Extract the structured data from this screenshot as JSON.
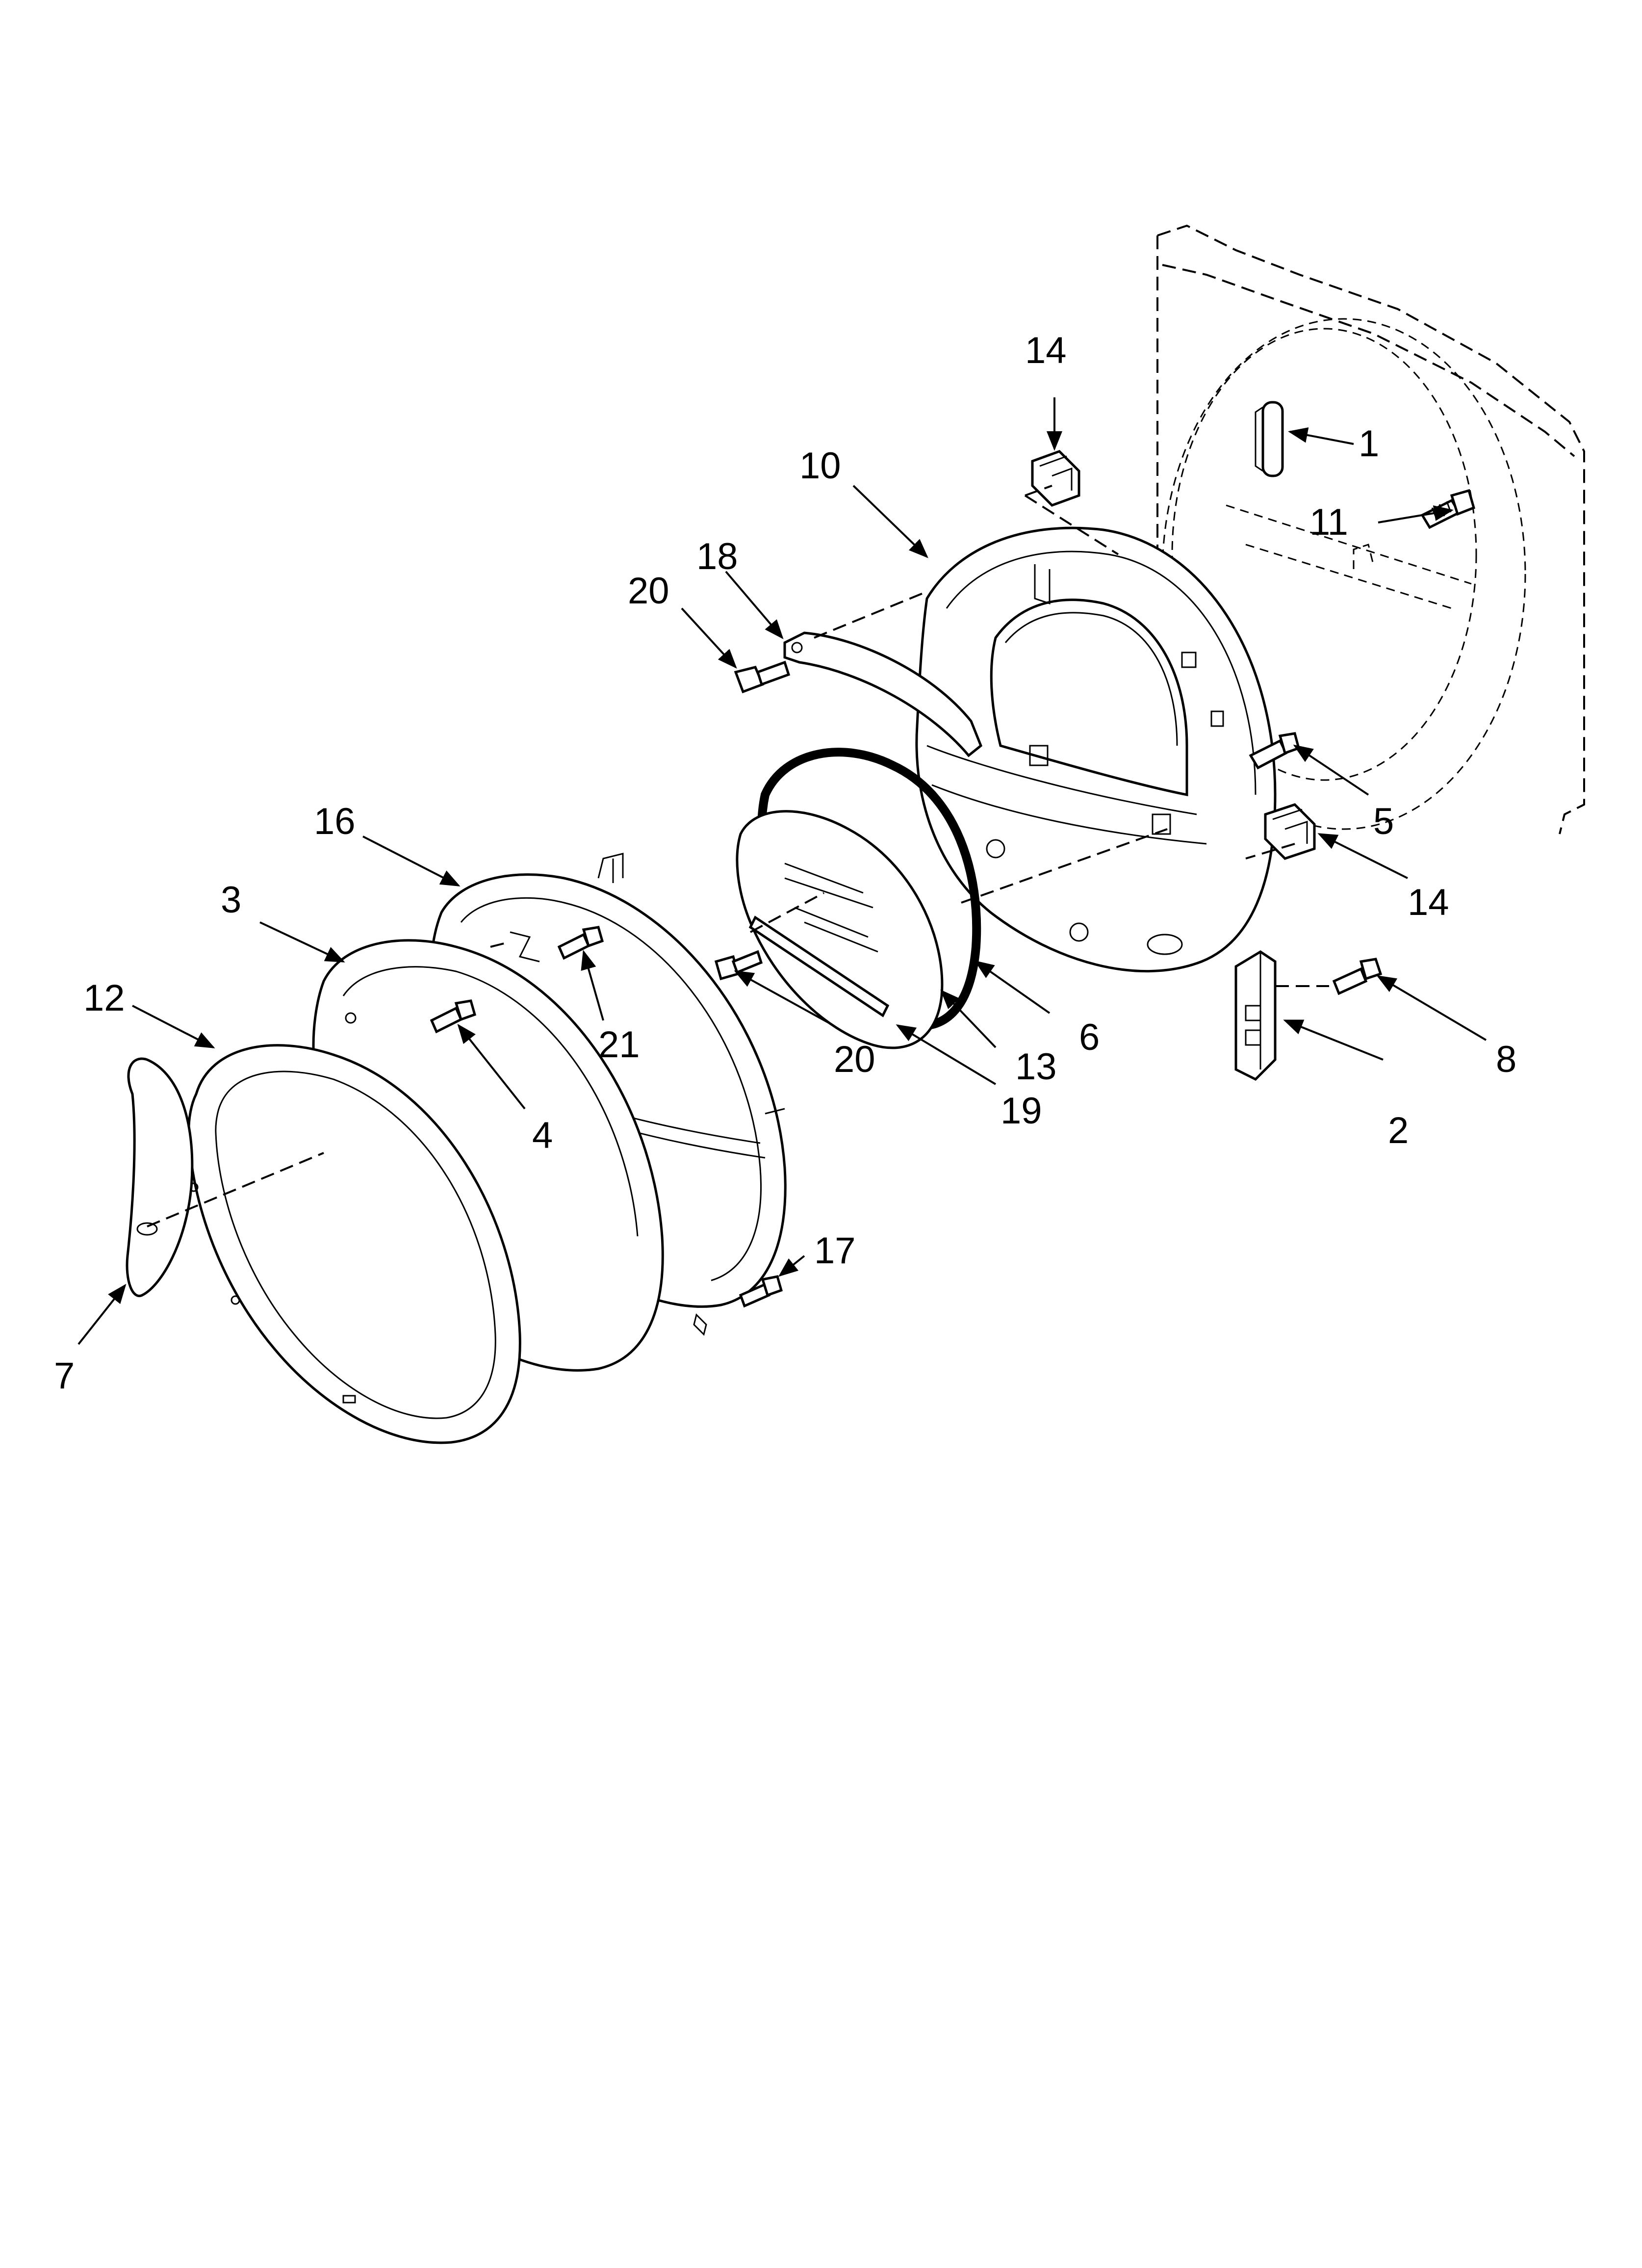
{
  "colors": {
    "line": "#000000",
    "background": "#ffffff"
  },
  "callouts": [
    {
      "id": "c1",
      "text": "1"
    },
    {
      "id": "c2",
      "text": "2"
    },
    {
      "id": "c3",
      "text": "3"
    },
    {
      "id": "c4",
      "text": "4"
    },
    {
      "id": "c5",
      "text": "5"
    },
    {
      "id": "c6",
      "text": "6"
    },
    {
      "id": "c7",
      "text": "7"
    },
    {
      "id": "c8",
      "text": "8"
    },
    {
      "id": "c10",
      "text": "10"
    },
    {
      "id": "c11",
      "text": "11"
    },
    {
      "id": "c12",
      "text": "12"
    },
    {
      "id": "c13",
      "text": "13"
    },
    {
      "id": "c14a",
      "text": "14"
    },
    {
      "id": "c14b",
      "text": "14"
    },
    {
      "id": "c16",
      "text": "16"
    },
    {
      "id": "c17",
      "text": "17"
    },
    {
      "id": "c18",
      "text": "18"
    },
    {
      "id": "c19",
      "text": "19"
    },
    {
      "id": "c20a",
      "text": "20"
    },
    {
      "id": "c20b",
      "text": "20"
    },
    {
      "id": "c21",
      "text": "21"
    }
  ]
}
